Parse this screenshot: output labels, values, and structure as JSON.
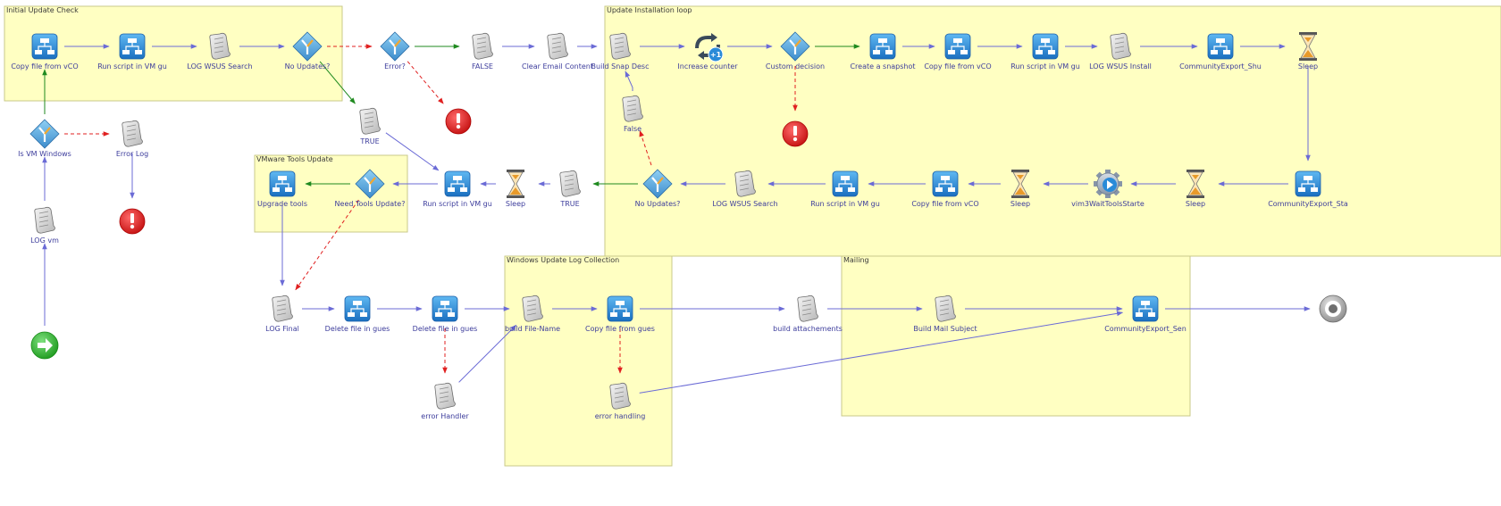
{
  "groups": [
    {
      "id": "g1",
      "label": "Initial Update Check"
    },
    {
      "id": "g2",
      "label": "Update Installation loop"
    },
    {
      "id": "g3",
      "label": "VMware Tools Update"
    },
    {
      "id": "g4",
      "label": "Windows Update Log Collection"
    },
    {
      "id": "g5",
      "label": "Mailing"
    }
  ],
  "nodes": [
    {
      "id": "start",
      "type": "start",
      "label": ""
    },
    {
      "id": "logvm",
      "type": "script",
      "label": "LOG vm"
    },
    {
      "id": "isvmwin",
      "type": "decision",
      "label": "Is VM Windows"
    },
    {
      "id": "errlog",
      "type": "script",
      "label": "Error Log"
    },
    {
      "id": "err1",
      "type": "error",
      "label": ""
    },
    {
      "id": "copy1",
      "type": "workflow",
      "label": "Copy file from vCO"
    },
    {
      "id": "run1",
      "type": "workflow",
      "label": "Run script in VM gu"
    },
    {
      "id": "logwsus1",
      "type": "script",
      "label": "LOG WSUS Search"
    },
    {
      "id": "noupd1",
      "type": "decision",
      "label": "No Updates?"
    },
    {
      "id": "errq",
      "type": "decision",
      "label": "Error?"
    },
    {
      "id": "err2",
      "type": "error",
      "label": ""
    },
    {
      "id": "false1",
      "type": "script",
      "label": "FALSE"
    },
    {
      "id": "clearmail",
      "type": "script",
      "label": "Clear Email Content"
    },
    {
      "id": "true1",
      "type": "script",
      "label": "TRUE"
    },
    {
      "id": "buildsnap",
      "type": "script",
      "label": "Build Snap Desc"
    },
    {
      "id": "inccounter",
      "type": "counter",
      "label": "Increase counter"
    },
    {
      "id": "custdec",
      "type": "decision",
      "label": "Custom decision"
    },
    {
      "id": "err3",
      "type": "error",
      "label": ""
    },
    {
      "id": "snapshot",
      "type": "workflow",
      "label": "Create a snapshot"
    },
    {
      "id": "copy2",
      "type": "workflow",
      "label": "Copy file from vCO"
    },
    {
      "id": "run2",
      "type": "workflow",
      "label": "Run script in VM gu"
    },
    {
      "id": "logwsusinst",
      "type": "script",
      "label": "LOG WSUS Install"
    },
    {
      "id": "ceshu",
      "type": "workflow",
      "label": "CommunityExport_Shu"
    },
    {
      "id": "sleep1",
      "type": "sleep",
      "label": "Sleep"
    },
    {
      "id": "cesta",
      "type": "workflow",
      "label": "CommunityExport_Sta"
    },
    {
      "id": "sleep2",
      "type": "sleep",
      "label": "Sleep"
    },
    {
      "id": "vim3",
      "type": "action",
      "label": "vim3WaitToolsStarte"
    },
    {
      "id": "sleep3",
      "type": "sleep",
      "label": "Sleep"
    },
    {
      "id": "copy3",
      "type": "workflow",
      "label": "Copy file from vCO"
    },
    {
      "id": "run3",
      "type": "workflow",
      "label": "Run script in VM gu"
    },
    {
      "id": "logwsus2",
      "type": "script",
      "label": "LOG WSUS Search"
    },
    {
      "id": "noupd2",
      "type": "decision",
      "label": "No Updates?"
    },
    {
      "id": "false2",
      "type": "script",
      "label": "False"
    },
    {
      "id": "true2",
      "type": "script",
      "label": "TRUE"
    },
    {
      "id": "sleep4",
      "type": "sleep",
      "label": "Sleep"
    },
    {
      "id": "run4",
      "type": "workflow",
      "label": "Run script in VM gu"
    },
    {
      "id": "needtools",
      "type": "decision",
      "label": "Need Tools Update?"
    },
    {
      "id": "upgrade",
      "type": "workflow",
      "label": "Upgrade tools"
    },
    {
      "id": "logfinal",
      "type": "script",
      "label": "LOG Final"
    },
    {
      "id": "del1",
      "type": "workflow",
      "label": "Delete file in gues"
    },
    {
      "id": "del2",
      "type": "workflow",
      "label": "Delete file in gues"
    },
    {
      "id": "errhandler",
      "type": "script",
      "label": "error Handler"
    },
    {
      "id": "buildfile",
      "type": "script",
      "label": "build File-Name"
    },
    {
      "id": "copyguest",
      "type": "workflow",
      "label": "Copy file from gues"
    },
    {
      "id": "errhandling",
      "type": "script",
      "label": "error handling"
    },
    {
      "id": "buildatt",
      "type": "script",
      "label": "build attachements"
    },
    {
      "id": "mailsubj",
      "type": "script",
      "label": "Build Mail Subject"
    },
    {
      "id": "cesen",
      "type": "workflow",
      "label": "CommunityExport_Sen"
    },
    {
      "id": "end",
      "type": "end",
      "label": ""
    }
  ],
  "edges": [
    {
      "from": "start",
      "to": "logvm",
      "type": "normal"
    },
    {
      "from": "logvm",
      "to": "isvmwin",
      "type": "normal"
    },
    {
      "from": "isvmwin",
      "to": "copy1",
      "type": "success"
    },
    {
      "from": "isvmwin",
      "to": "errlog",
      "type": "error"
    },
    {
      "from": "errlog",
      "to": "err1",
      "type": "normal"
    },
    {
      "from": "copy1",
      "to": "run1",
      "type": "normal"
    },
    {
      "from": "run1",
      "to": "logwsus1",
      "type": "normal"
    },
    {
      "from": "logwsus1",
      "to": "noupd1",
      "type": "normal"
    },
    {
      "from": "noupd1",
      "to": "errq",
      "type": "error"
    },
    {
      "from": "noupd1",
      "to": "true1",
      "type": "success"
    },
    {
      "from": "errq",
      "to": "false1",
      "type": "success"
    },
    {
      "from": "errq",
      "to": "err2",
      "type": "error"
    },
    {
      "from": "false1",
      "to": "clearmail",
      "type": "normal"
    },
    {
      "from": "clearmail",
      "to": "buildsnap",
      "type": "normal"
    },
    {
      "from": "buildsnap",
      "to": "inccounter",
      "type": "normal"
    },
    {
      "from": "inccounter",
      "to": "custdec",
      "type": "normal"
    },
    {
      "from": "custdec",
      "to": "snapshot",
      "type": "success"
    },
    {
      "from": "custdec",
      "to": "err3",
      "type": "error"
    },
    {
      "from": "snapshot",
      "to": "copy2",
      "type": "normal"
    },
    {
      "from": "copy2",
      "to": "run2",
      "type": "normal"
    },
    {
      "from": "run2",
      "to": "logwsusinst",
      "type": "normal"
    },
    {
      "from": "logwsusinst",
      "to": "ceshu",
      "type": "normal"
    },
    {
      "from": "ceshu",
      "to": "sleep1",
      "type": "normal"
    },
    {
      "from": "sleep1",
      "to": "cesta",
      "type": "normal"
    },
    {
      "from": "cesta",
      "to": "sleep2",
      "type": "normal"
    },
    {
      "from": "sleep2",
      "to": "vim3",
      "type": "normal"
    },
    {
      "from": "vim3",
      "to": "sleep3",
      "type": "normal"
    },
    {
      "from": "sleep3",
      "to": "copy3",
      "type": "normal"
    },
    {
      "from": "copy3",
      "to": "run3",
      "type": "normal"
    },
    {
      "from": "run3",
      "to": "logwsus2",
      "type": "normal"
    },
    {
      "from": "logwsus2",
      "to": "noupd2",
      "type": "normal"
    },
    {
      "from": "noupd2",
      "to": "false2",
      "type": "error"
    },
    {
      "from": "false2",
      "to": "buildsnap",
      "type": "normal"
    },
    {
      "from": "noupd2",
      "to": "true2",
      "type": "success"
    },
    {
      "from": "true2",
      "to": "sleep4",
      "type": "normal"
    },
    {
      "from": "true1",
      "to": "run4",
      "type": "normal"
    },
    {
      "from": "sleep4",
      "to": "run4",
      "type": "normal"
    },
    {
      "from": "run4",
      "to": "needtools",
      "type": "normal"
    },
    {
      "from": "needtools",
      "to": "upgrade",
      "type": "success"
    },
    {
      "from": "needtools",
      "to": "logfinal",
      "type": "error"
    },
    {
      "from": "upgrade",
      "to": "logfinal",
      "type": "normal"
    },
    {
      "from": "logfinal",
      "to": "del1",
      "type": "normal"
    },
    {
      "from": "del1",
      "to": "del2",
      "type": "normal"
    },
    {
      "from": "del2",
      "to": "buildfile",
      "type": "normal"
    },
    {
      "from": "del2",
      "to": "errhandler",
      "type": "error"
    },
    {
      "from": "errhandler",
      "to": "buildfile",
      "type": "normal"
    },
    {
      "from": "buildfile",
      "to": "copyguest",
      "type": "normal"
    },
    {
      "from": "copyguest",
      "to": "buildatt",
      "type": "normal"
    },
    {
      "from": "copyguest",
      "to": "errhandling",
      "type": "error"
    },
    {
      "from": "errhandling",
      "to": "cesen",
      "type": "normal"
    },
    {
      "from": "buildatt",
      "to": "mailsubj",
      "type": "normal"
    },
    {
      "from": "mailsubj",
      "to": "cesen",
      "type": "normal"
    },
    {
      "from": "cesen",
      "to": "end",
      "type": "normal"
    }
  ],
  "colors": {
    "group_fill": "#ffffc2",
    "group_stroke": "#c9c98a",
    "label": "#3d3d9c",
    "normal_edge": "#6b6bd6",
    "success_edge": "#1f8a1f",
    "error_edge": "#e02020",
    "workflow": "#2a8bd8",
    "decision": "#4a9ad4",
    "error": "#e52222",
    "start": "#2fb52f",
    "end": "#9a9a9a",
    "sleep": "#e89a2a"
  }
}
